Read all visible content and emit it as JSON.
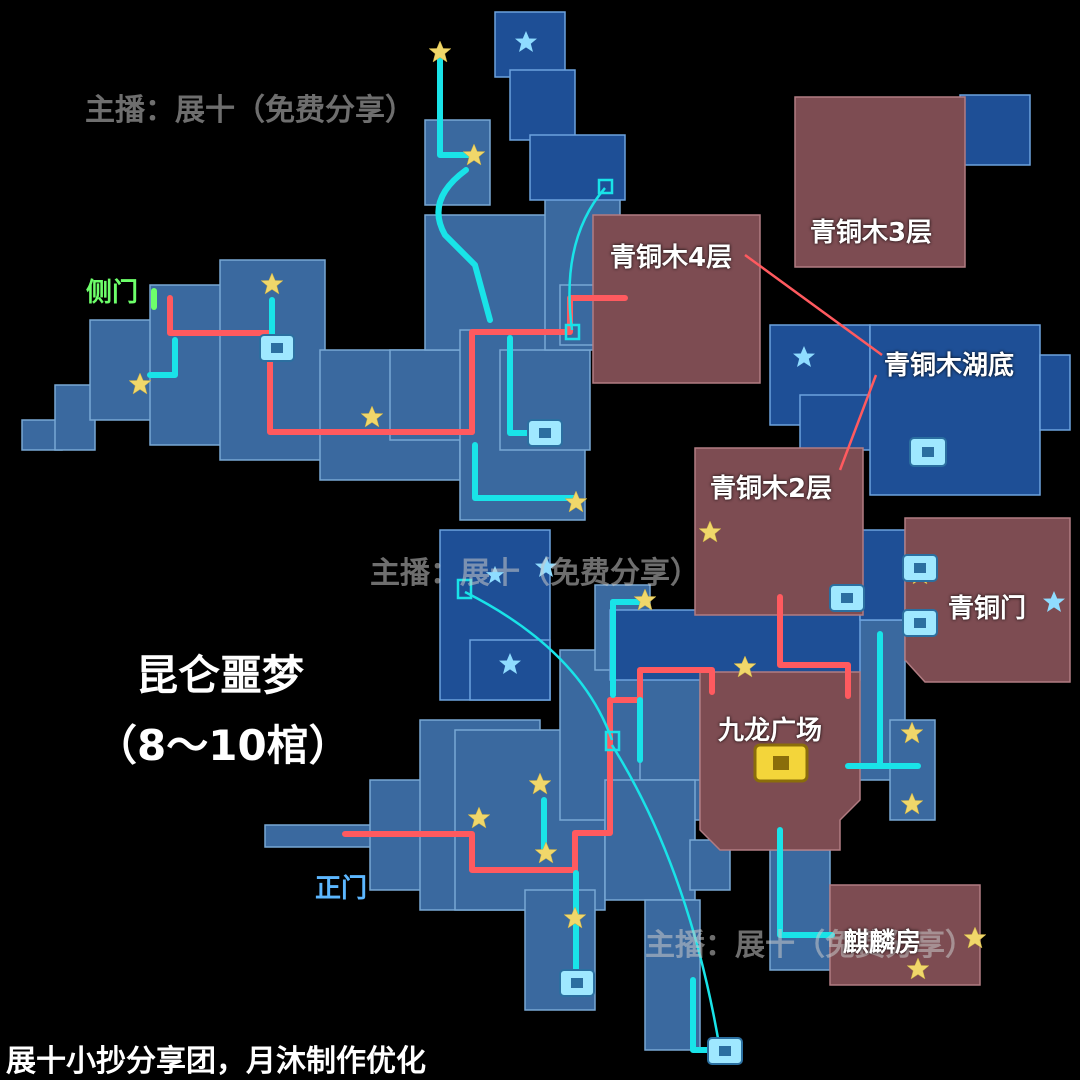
{
  "map": {
    "title": "昆仑噩梦",
    "subtitle": "（8～10棺）",
    "credit": "展十小抄分享团，月沐制作优化",
    "watermark": "主播：展十（免费分享）",
    "labels": {
      "side_gate": "侧门",
      "main_gate": "正门",
      "bronze_tree_4": "青铜木4层",
      "bronze_tree_3": "青铜木3层",
      "bronze_tree_lake": "青铜木湖底",
      "bronze_tree_2": "青铜木2层",
      "bronze_gate": "青铜门",
      "nine_dragon_square": "九龙广场",
      "qilin_room": "麒麟房"
    },
    "colors": {
      "background": "#000000",
      "floor_blue": "#3e6fa8",
      "floor_dark_blue": "#1e4f96",
      "floor_pink": "#7d4c52",
      "route_red": "#ff5a5f",
      "route_cyan": "#19e3e8",
      "star_yellow": "#f0d76a",
      "star_blue": "#8fdcff",
      "side_gate_text": "#6dff6a",
      "main_gate_text": "#5cb7ff"
    },
    "icons": [
      "star-marker",
      "blue-star-marker",
      "treasure-chest-icon",
      "gold-chest-icon",
      "waypoint-marker"
    ]
  }
}
